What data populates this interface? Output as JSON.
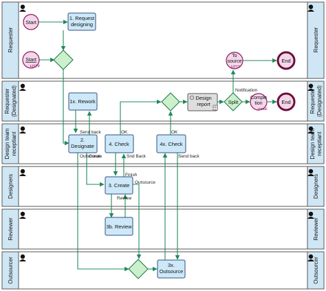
{
  "lanes": [
    {
      "label": "Requester"
    },
    {
      "label": "Requester (Designated)"
    },
    {
      "label": "Design team receptiant"
    },
    {
      "label": "Designers"
    },
    {
      "label": "Reviewer"
    },
    {
      "label": "Outsourcer"
    }
  ],
  "nodes": {
    "start": "Start",
    "start_http": "Start",
    "start_http_sub": "HTTP",
    "request_designing": "1. Request designing",
    "rework": "1x. Rework",
    "designate": "2. Designate",
    "check": "4. Check",
    "outsource_check": "4x. Check",
    "create": "3. Create",
    "review": "3b. Review",
    "outsource": "3x. Outsource",
    "design_report": "Design report",
    "split": "Split",
    "to_source": "To source",
    "to_source_sub": "HTTP",
    "completion": "Completion",
    "completion_sub": "email",
    "end_top": "End",
    "end_designated": "End"
  },
  "edge_labels": {
    "send_back": "Send back",
    "ok_check": "OK",
    "ok_outsource_check": "OK",
    "outsource_left": "Outsource",
    "create_edge": "Create",
    "send_back_right": "Send back",
    "snd_back": "Snd Back",
    "finish": "Finish",
    "outsource_right": "Outsource",
    "review": "Review",
    "notification": "Notification"
  },
  "colors": {
    "lane_header": "#cfe6f5",
    "lane_border": "#555555",
    "task_fill": "#cde8f8",
    "task_stroke": "#2f4f7f",
    "gateway_fill": "#ccf0cc",
    "gateway_stroke": "#1f7a4a",
    "edge": "#1f8a5a",
    "start_fill": "#f4d6ea",
    "start_stroke": "#8a1a5a",
    "end_stroke": "#6a0f3a"
  }
}
